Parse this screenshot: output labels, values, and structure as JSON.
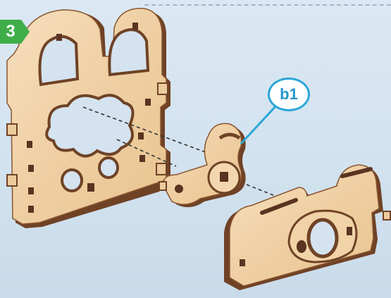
{
  "step": {
    "number": "3",
    "badge_color": "#3fae49"
  },
  "callout": {
    "label": "b1",
    "color": "#2aa6d8"
  },
  "parts": [
    {
      "name": "left-plate"
    },
    {
      "name": "b1-lever-part"
    },
    {
      "name": "right-bracket"
    }
  ],
  "colors": {
    "wood_face": "#f3d7b0",
    "wood_edge": "#7a4a2a",
    "background": "#d6e5f1"
  }
}
